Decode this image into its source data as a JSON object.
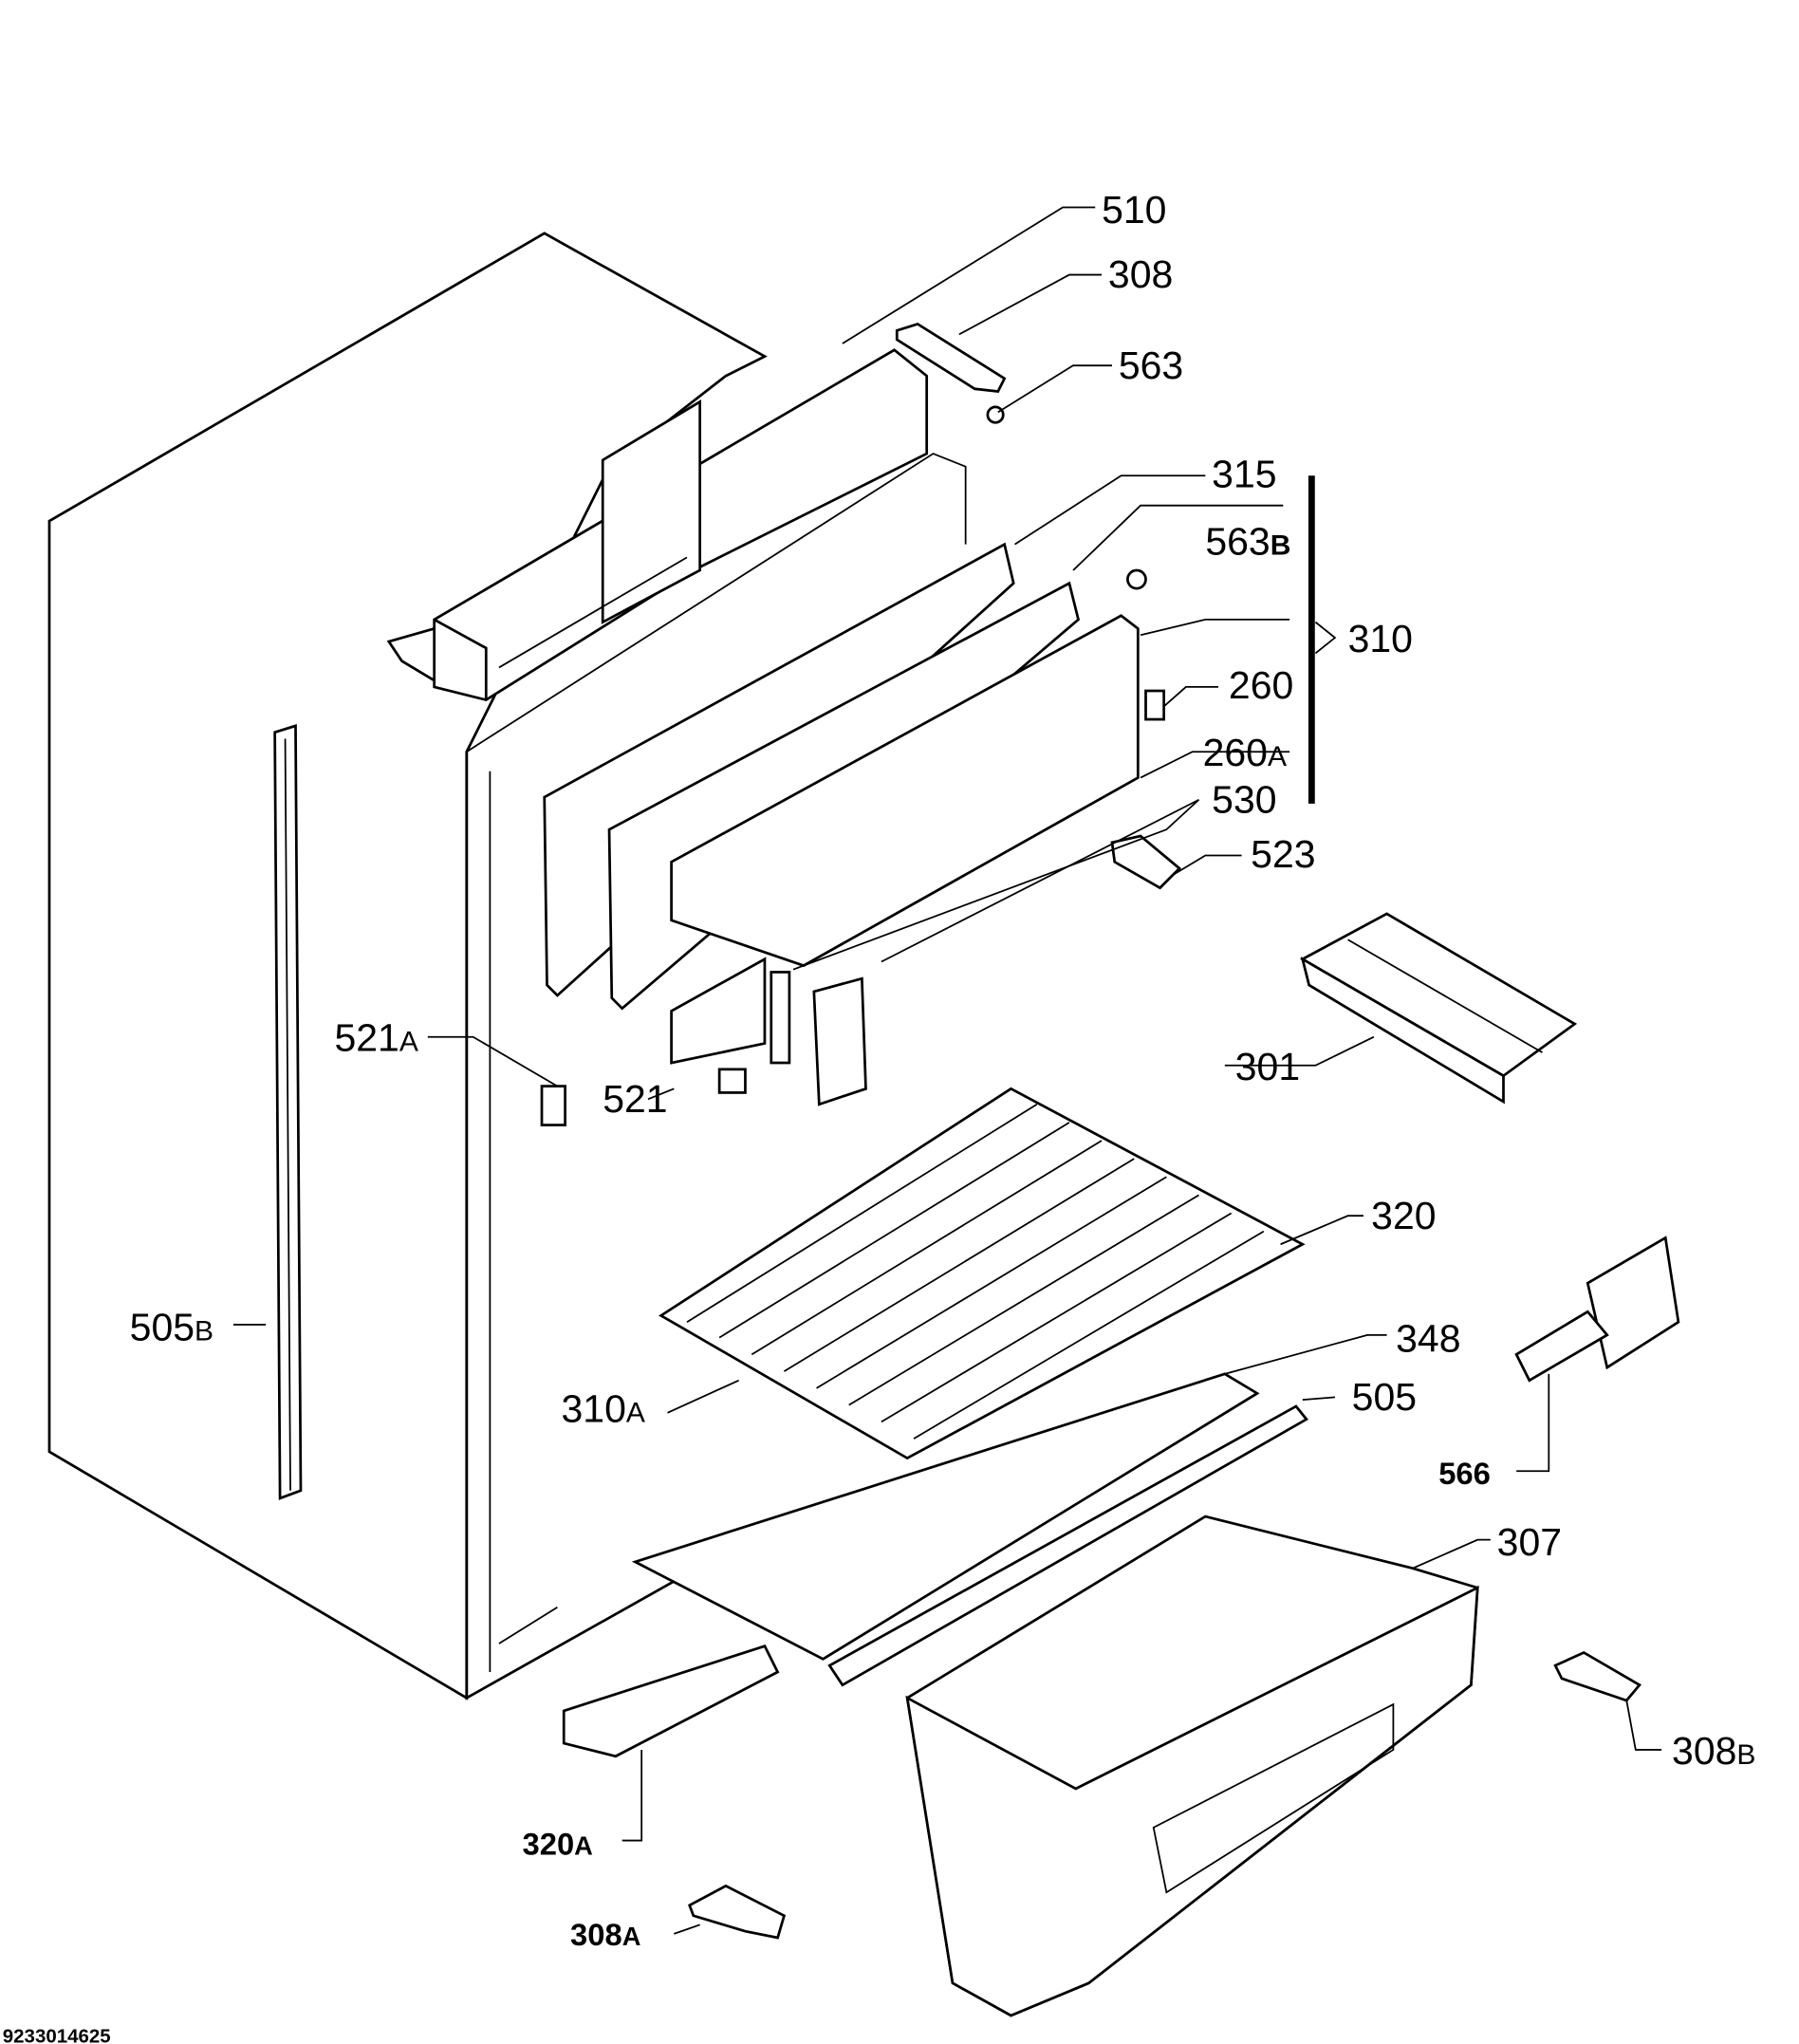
{
  "diagram": {
    "type": "exploded-parts-diagram",
    "drawing_number": "9233014625",
    "labels": [
      {
        "num": "510",
        "suffix": ""
      },
      {
        "num": "308",
        "suffix": ""
      },
      {
        "num": "563",
        "suffix": ""
      },
      {
        "num": "315",
        "suffix": ""
      },
      {
        "num": "563",
        "suffix": "B"
      },
      {
        "num": "310",
        "suffix": ""
      },
      {
        "num": "260",
        "suffix": ""
      },
      {
        "num": "260",
        "suffix": "A"
      },
      {
        "num": "530",
        "suffix": ""
      },
      {
        "num": "523",
        "suffix": ""
      },
      {
        "num": "301",
        "suffix": ""
      },
      {
        "num": "521",
        "suffix": "A"
      },
      {
        "num": "521",
        "suffix": ""
      },
      {
        "num": "320",
        "suffix": ""
      },
      {
        "num": "505",
        "suffix": "B"
      },
      {
        "num": "348",
        "suffix": ""
      },
      {
        "num": "505",
        "suffix": ""
      },
      {
        "num": "310",
        "suffix": "A"
      },
      {
        "num": "566",
        "suffix": ""
      },
      {
        "num": "307",
        "suffix": ""
      },
      {
        "num": "308",
        "suffix": "B"
      },
      {
        "num": "320",
        "suffix": "A"
      },
      {
        "num": "308",
        "suffix": "A"
      }
    ]
  }
}
